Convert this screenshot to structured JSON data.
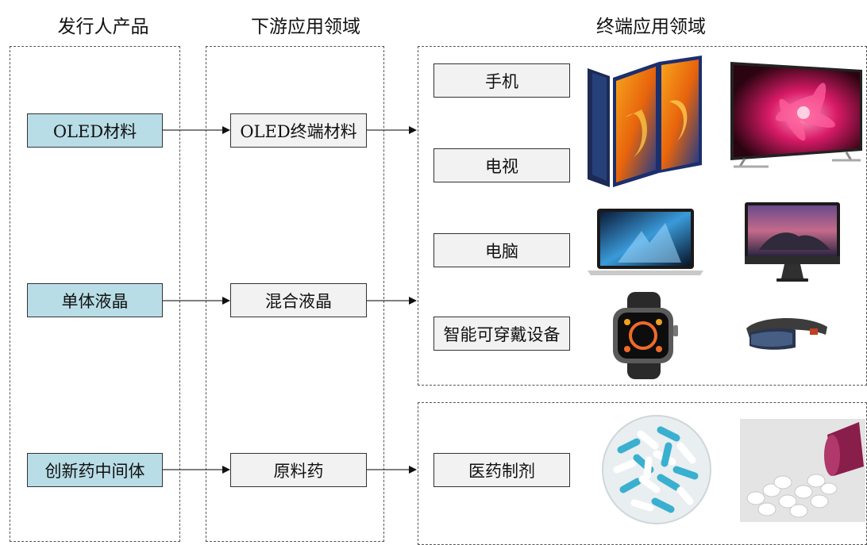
{
  "columns": {
    "issuer": "发行人产品",
    "downstream": "下游应用领域",
    "terminal": "终端应用领域"
  },
  "issuer_products": [
    "OLED材料",
    "单体液晶",
    "创新药中间体"
  ],
  "downstream_fields": [
    "OLED终端材料",
    "混合液晶",
    "原料药"
  ],
  "terminal_fields": [
    "手机",
    "电视",
    "电脑",
    "智能可穿戴设备",
    "医药制剂"
  ],
  "colors": {
    "source_fill": "#b8dde7",
    "node_fill": "#f2f2f2",
    "border": "#333333"
  },
  "icons": [
    "foldable-phone-icon",
    "television-icon",
    "laptop-icon",
    "desktop-computer-icon",
    "smartwatch-icon",
    "vr-headset-icon",
    "capsules-icon",
    "pills-bottle-icon"
  ]
}
